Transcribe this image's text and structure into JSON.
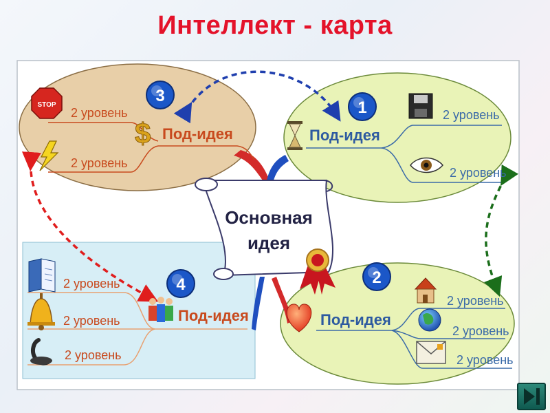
{
  "title": "Интеллект - карта",
  "center": {
    "line1": "Основная",
    "line2": "идея"
  },
  "nodes": [
    {
      "number": "1",
      "label": "Под-идея",
      "subs": [
        "2 уровень",
        "2 уровень"
      ]
    },
    {
      "number": "2",
      "label": "Под-идея",
      "subs": [
        "2 уровень",
        "2 уровень",
        "2 уровень"
      ]
    },
    {
      "number": "3",
      "label": "Под-идея",
      "subs": [
        "2 уровень",
        "2 уровень"
      ],
      "stop_text": "STOP"
    },
    {
      "number": "4",
      "label": "Под-идея",
      "subs": [
        "2 уровень",
        "2 уровень",
        "2 уровень"
      ]
    }
  ],
  "colors": {
    "title": "#e4122a",
    "node3_fill": "#e8cfa8",
    "node1_fill": "#e9f3b7",
    "node2_fill": "#e9f3b7",
    "node4_fill": "#d6eef6",
    "badge": "#1b57c8",
    "connector_red": "#e01d1d",
    "connector_blue": "#1f3fae",
    "connector_green": "#1b6e1b"
  },
  "icons": [
    "stop-sign-icon",
    "lightning-icon",
    "dollar-icon",
    "hourglass-icon",
    "floppy-disk-icon",
    "eye-icon",
    "book-icon",
    "bell-icon",
    "phone-icon",
    "people-icon",
    "heart-icon",
    "house-icon",
    "globe-icon",
    "envelope-icon",
    "ribbon-medal-icon",
    "next-arrow-icon"
  ]
}
